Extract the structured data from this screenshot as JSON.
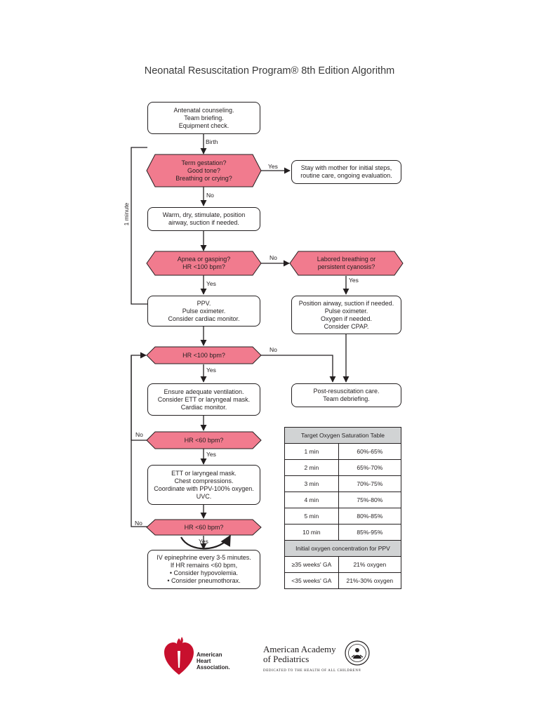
{
  "title": "Neonatal Resuscitation Program® 8th Edition Algorithm",
  "colors": {
    "decision_fill": "#f17b8e",
    "stroke": "#231f20",
    "table_header": "#d1d3d4",
    "heart_red": "#c8102e"
  },
  "steps": {
    "antenatal": "Antenatal counseling.\nTeam briefing.\nEquipment check.",
    "term_question": "Term gestation?\nGood tone?\nBreathing or crying?",
    "routine_care": "Stay with mother for initial steps,\nroutine care, ongoing evaluation.",
    "warm_dry": "Warm, dry, stimulate, position\nairway, suction if needed.",
    "apnea_question": "Apnea or gasping?\nHR <100 bpm?",
    "labored_question": "Labored breathing or\npersistent cyanosis?",
    "ppv": "PPV.\nPulse oximeter.\nConsider cardiac monitor.",
    "position_airway": "Position airway, suction if needed.\nPulse oximeter.\nOxygen if needed.\nConsider CPAP.",
    "hr100_question": "HR <100 bpm?",
    "post_resus": "Post-resuscitation care.\nTeam debriefing.",
    "ensure_ventilation": "Ensure adequate ventilation.\nConsider ETT or laryngeal mask.\nCardiac monitor.",
    "hr60_question_1": "HR <60 bpm?",
    "ett_compressions": "ETT or laryngeal mask.\nChest compressions.\nCoordinate with PPV-100% oxygen.\nUVC.",
    "hr60_question_2": "HR <60 bpm?",
    "epinephrine": "IV epinephrine every 3-5 minutes.\nIf HR remains <60 bpm,\n• Consider hypovolemia.\n• Consider pneumothorax."
  },
  "labels": {
    "birth": "Birth",
    "one_minute": "1 minute",
    "yes": "Yes",
    "no": "No"
  },
  "saturation_table": {
    "title": "Target Oxygen Saturation Table",
    "rows": [
      {
        "time": "1 min",
        "range": "60%-65%"
      },
      {
        "time": "2 min",
        "range": "65%-70%"
      },
      {
        "time": "3 min",
        "range": "70%-75%"
      },
      {
        "time": "4 min",
        "range": "75%-80%"
      },
      {
        "time": "5 min",
        "range": "80%-85%"
      },
      {
        "time": "10 min",
        "range": "85%-95%"
      }
    ],
    "ppv_title": "Initial oxygen concentration for PPV",
    "ppv_rows": [
      {
        "ga": "≥35 weeks' GA",
        "oxygen": "21% oxygen"
      },
      {
        "ga": "<35 weeks' GA",
        "oxygen": "21%-30% oxygen"
      }
    ]
  },
  "logos": {
    "aha": "American\nHeart\nAssociation.",
    "aap_name": "American Academy\nof Pediatrics",
    "aap_tagline": "DEDICATED TO THE HEALTH OF ALL CHILDREN®",
    "aha_icon": "heart-torch-icon",
    "aap_icon": "aap-seal-icon"
  }
}
